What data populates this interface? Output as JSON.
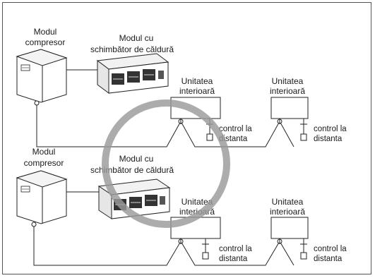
{
  "diagram": {
    "system_top": {
      "compressor_label_line1": "Modul",
      "compressor_label_line2": "compresor",
      "heat_exchanger_label_line1": "Modul cu",
      "heat_exchanger_label_line2": "schimbător de căldură",
      "indoor_unit_1_line1": "Unitatea",
      "indoor_unit_1_line2": "interioară",
      "indoor_unit_2_line1": "Unitatea",
      "indoor_unit_2_line2": "interioară",
      "remote_1_line1": "control la",
      "remote_1_line2": "distanta",
      "remote_2_line1": "control la",
      "remote_2_line2": "distanta"
    },
    "system_bottom": {
      "compressor_label_line1": "Modul",
      "compressor_label_line2": "compresor",
      "heat_exchanger_label_line1": "Modul cu",
      "heat_exchanger_label_line2": "schimbător de căldură",
      "indoor_unit_1_line1": "Unitatea",
      "indoor_unit_1_line2": "interioară",
      "indoor_unit_2_line1": "Unitatea",
      "indoor_unit_2_line2": "interioară",
      "remote_1_line1": "control la",
      "remote_1_line2": "distanta",
      "remote_2_line1": "control la",
      "remote_2_line2": "distanta"
    },
    "colors": {
      "overlay_ring": "#9a9a9a",
      "line": "#222222",
      "frame": "#555555"
    }
  }
}
